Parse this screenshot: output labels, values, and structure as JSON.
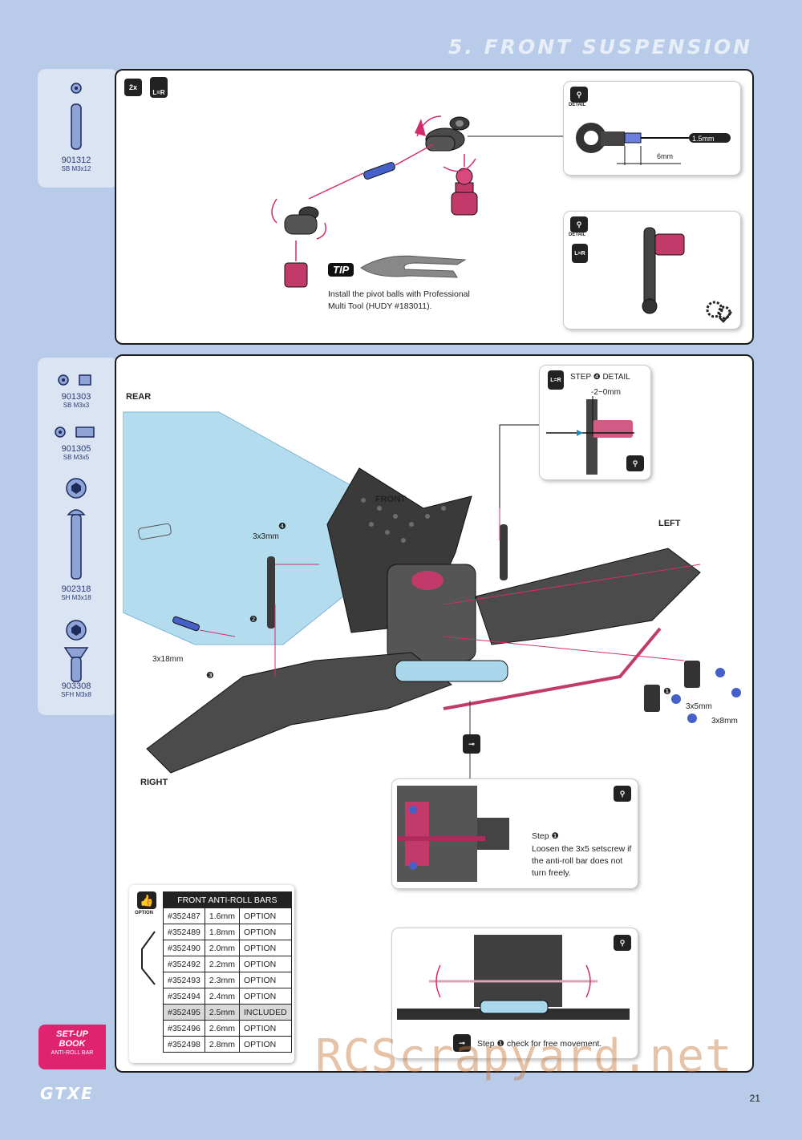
{
  "header": {
    "section_title": "5. FRONT SUSPENSION"
  },
  "panel1": {
    "badge_qty": "2x",
    "badge_lr": "L=R",
    "part": {
      "number": "901312",
      "spec": "SB M3x12"
    },
    "tip": {
      "label": "TIP",
      "text_line1": "Install the pivot balls with Professional",
      "text_line2": "Multi Tool (HUDY #183011)."
    },
    "detail1": {
      "label": "DETAIL",
      "dim1": "1.5mm",
      "dim2": "6mm"
    },
    "detail2": {
      "label": "DETAIL",
      "lr": "L=R"
    }
  },
  "panel2": {
    "parts": [
      {
        "number": "901303",
        "spec": "SB M3x3"
      },
      {
        "number": "901305",
        "spec": "SB M3x5"
      },
      {
        "number": "902318",
        "spec": "SH M3x18"
      },
      {
        "number": "903308",
        "spec": "SFH M3x8"
      }
    ],
    "labels": {
      "rear": "REAR",
      "front": "FRONT",
      "left": "LEFT",
      "right": "RIGHT",
      "screw_3x3": "3x3mm",
      "screw_3x18": "3x18mm",
      "screw_3x5": "3x5mm",
      "screw_3x8": "3x8mm",
      "step1": "❶",
      "step2": "❷",
      "step3": "❸",
      "step4": "❹"
    },
    "step4_detail": {
      "title": "STEP ❹ DETAIL",
      "lr": "L=R",
      "dim": "-2~0mm",
      "label": "DETAIL"
    },
    "detail_step1": {
      "label": "DETAIL",
      "step": "Step ❶",
      "line1": "Loosen the 3x5 setscrew if",
      "line2": "the anti-roll bar does not",
      "line3": "turn freely."
    },
    "detail_movement": {
      "label": "DETAIL",
      "text": "Step ❶ check for free movement."
    },
    "option_label": "OPTION",
    "table": {
      "title": "FRONT ANTI-ROLL BARS",
      "rows": [
        [
          "#352487",
          "1.6mm",
          "OPTION"
        ],
        [
          "#352489",
          "1.8mm",
          "OPTION"
        ],
        [
          "#352490",
          "2.0mm",
          "OPTION"
        ],
        [
          "#352492",
          "2.2mm",
          "OPTION"
        ],
        [
          "#352493",
          "2.3mm",
          "OPTION"
        ],
        [
          "#352494",
          "2.4mm",
          "OPTION"
        ],
        [
          "#352495",
          "2.5mm",
          "INCLUDED"
        ],
        [
          "#352496",
          "2.6mm",
          "OPTION"
        ],
        [
          "#352498",
          "2.8mm",
          "OPTION"
        ]
      ]
    }
  },
  "footer": {
    "setup_line1": "SET-UP",
    "setup_line2": "BOOK",
    "setup_sub": "ANTI-ROLL BAR",
    "logo": "GTXE",
    "page": "21",
    "watermark": "RCScrapyard.net"
  }
}
